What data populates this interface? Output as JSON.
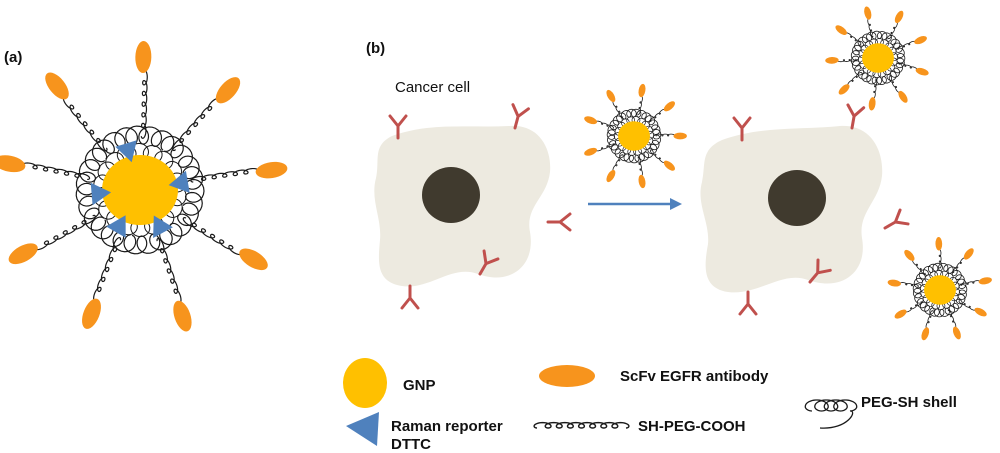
{
  "panels": {
    "a_label": "(a)",
    "b_label": "(b)"
  },
  "caption": {
    "cancer_cell": "Cancer cell"
  },
  "legend": {
    "gnp": "GNP",
    "raman_line1": "Raman reporter",
    "raman_line2": "DTTC",
    "scfv": "ScFv EGFR antibody",
    "peg_cooh": "SH-PEG-COOH",
    "peg_sh_shell": "PEG-SH shell"
  },
  "colors": {
    "gnp": "#FFC000",
    "antibody": "#F7941D",
    "raman": "#4F81BD",
    "cell": "#EDEAE0",
    "nucleus": "#403A2E",
    "receptor": "#C0504D",
    "arrow": "#4F81BD",
    "line": "#1a1a1a"
  }
}
